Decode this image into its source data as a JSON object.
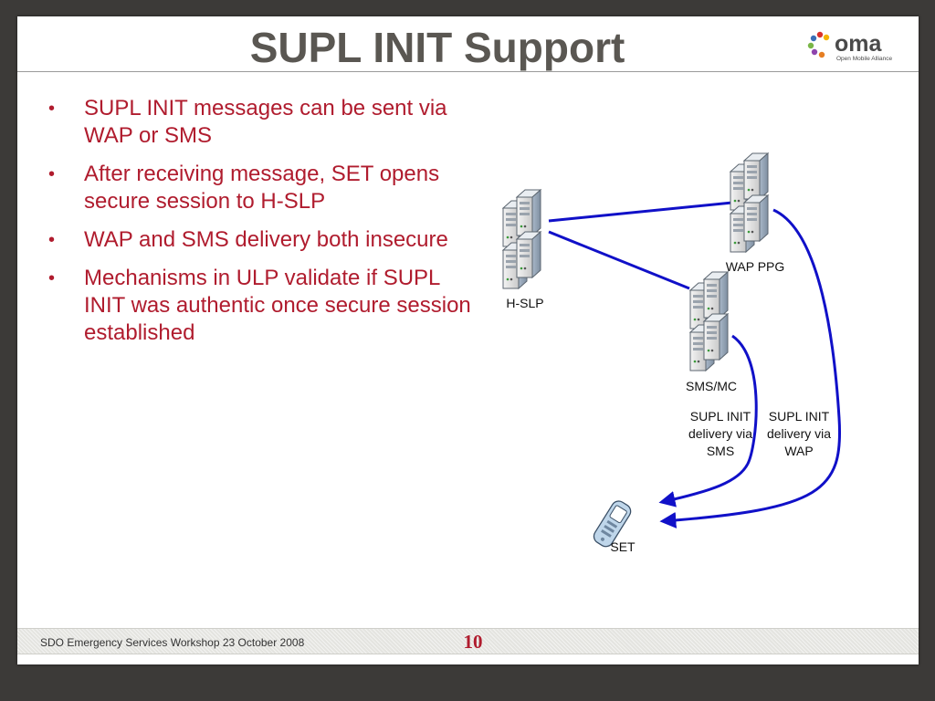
{
  "title": "SUPL INIT Support",
  "bullets": [
    "SUPL INIT messages can be sent via WAP or SMS",
    "After receiving message, SET opens secure session to H-SLP",
    "WAP and SMS delivery both insecure",
    "Mechanisms in ULP validate if SUPL INIT was authentic once secure session established"
  ],
  "logo": {
    "name": "oma",
    "tagline": "Open Mobile Alliance"
  },
  "diagram": {
    "nodes": {
      "hslp": "H-SLP",
      "wap_ppg": "WAP PPG",
      "sms_mc": "SMS/MC",
      "set": "SET"
    },
    "edge_labels": {
      "sms": [
        "SUPL INIT",
        "delivery via",
        "SMS"
      ],
      "wap": [
        "SUPL INIT",
        "delivery via",
        "WAP"
      ]
    }
  },
  "footer": {
    "text": "SDO Emergency Services Workshop 23 October 2008",
    "page_number": "10"
  },
  "colors": {
    "title": "#5a5752",
    "bullet_text": "#b01c2e",
    "connector": "#1010c8",
    "page_number": "#b01c2e"
  }
}
